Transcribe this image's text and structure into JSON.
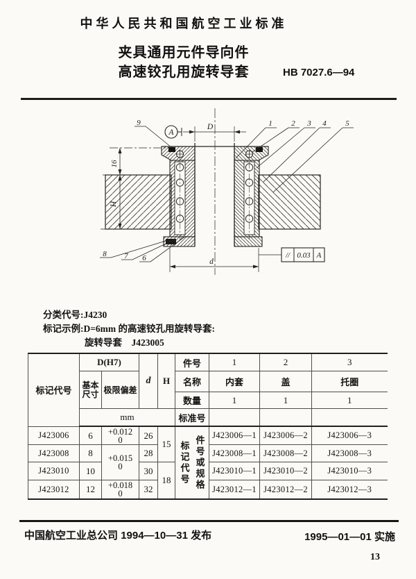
{
  "header": {
    "org_title": "中 华 人 民 共 和 国 航 空 工 业 标 准",
    "title_line1": "夹具通用元件导向件",
    "title_line2": "高速铰孔用旋转导套",
    "standard_no": "HB 7027.6—94"
  },
  "drawing": {
    "view_label": "A",
    "dim_bore": "D",
    "dim_outer": "d",
    "dim_height_upper": "16",
    "dim_height_lower": "H",
    "labels": {
      "l1": "1",
      "l2": "2",
      "l3": "3",
      "l4": "4",
      "l5": "5",
      "l6": "6",
      "l7": "7",
      "l8": "8",
      "l9": "9"
    },
    "tolerance_symbol": "//",
    "tolerance_value": "0.03",
    "tolerance_datum": "A"
  },
  "notes": {
    "class_code_line": "分类代号:J4230",
    "example_line": "标记示例:D=6mm 的高速铰孔用旋转导套:",
    "example_designation": "旋转导套　J423005"
  },
  "table": {
    "mark_code_header": "标记代号",
    "dh7_header": "D(H7)",
    "basic_size_header": "基本尺寸",
    "deviation_header": "极限偏差",
    "d_header": "d",
    "h_header": "H",
    "unit": "mm",
    "piece_no_label": "件号",
    "name_label": "名称",
    "qty_label": "数量",
    "std_no_label": "标准号",
    "piece_nos": [
      "1",
      "2",
      "3"
    ],
    "part_names": [
      "内套",
      "盖",
      "托圈"
    ],
    "quantities": [
      "1",
      "1",
      "1"
    ],
    "std_nos": [
      "",
      "",
      ""
    ],
    "vertical_label_col1": "标记代号",
    "vertical_label_col2": "件号或规格",
    "h_group_values": [
      "15",
      "18"
    ],
    "rows": [
      {
        "code": "J423006",
        "basic": "6",
        "dev_upper": "+0.012",
        "dev_lower": "0",
        "d": "26",
        "part1": "J423006—1",
        "part2": "J423006—2",
        "part3": "J423006—3"
      },
      {
        "code": "J423008",
        "basic": "8",
        "dev_upper": "+0.015",
        "dev_lower": "0",
        "d": "28",
        "part1": "J423008—1",
        "part2": "J423008—2",
        "part3": "J423008—3"
      },
      {
        "code": "J423010",
        "basic": "10",
        "d": "30",
        "part1": "J423010—1",
        "part2": "J423010—2",
        "part3": "J423010—3"
      },
      {
        "code": "J423012",
        "basic": "12",
        "dev_upper": "+0.018",
        "dev_lower": "0",
        "d": "32",
        "part1": "J423012—1",
        "part2": "J423012—2",
        "part3": "J423012—3"
      }
    ]
  },
  "footer": {
    "publisher_line": "中国航空工业总公司 1994—10—31 发布",
    "implement_line": "1995—01—01 实施",
    "page_number": "13"
  }
}
